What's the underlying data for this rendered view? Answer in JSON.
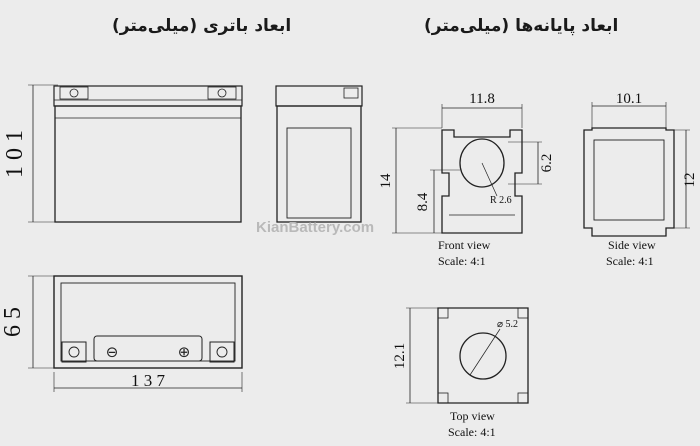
{
  "titles": {
    "battery": "ابعاد باتری (میلی‌متر)",
    "terminals": "ابعاد پایانه‌ها (میلی‌متر)"
  },
  "watermark": "KianBattery.com",
  "battery": {
    "height": "1 0 1",
    "depth": "6 5",
    "length": "1 3 7",
    "negative_symbol": "⊖",
    "positive_symbol": "⊕"
  },
  "terminal_front": {
    "width": "11.8",
    "height": "14",
    "hole": "6.2",
    "lower": "8.4",
    "radius": "R 2.6",
    "view": "Front view",
    "scale": "Scale:  4:1"
  },
  "terminal_side": {
    "width": "10.1",
    "height": "12",
    "view": "Side view",
    "scale": "Scale:  4:1"
  },
  "terminal_top": {
    "height": "12.1",
    "diameter": "⌀ 5.2",
    "view": "Top view",
    "scale": "Scale:  4:1"
  }
}
